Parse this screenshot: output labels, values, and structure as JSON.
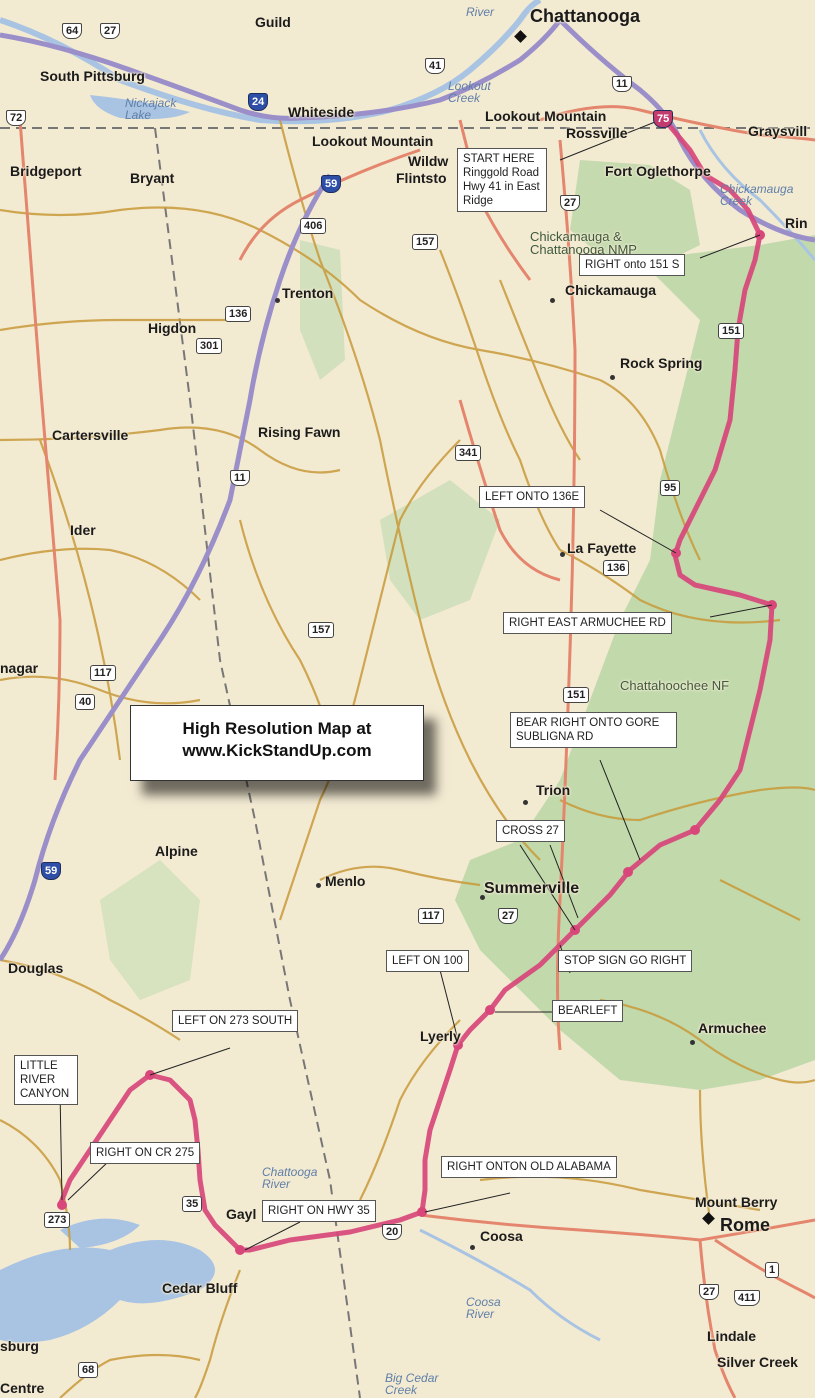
{
  "cities": [
    {
      "id": "chattanooga",
      "name": "Chattanooga",
      "size": "big"
    },
    {
      "id": "rome",
      "name": "Rome",
      "size": "big"
    },
    {
      "id": "guild",
      "name": "Guild"
    },
    {
      "id": "south-pittsburg",
      "name": "South Pittsburg"
    },
    {
      "id": "whiteside",
      "name": "Whiteside"
    },
    {
      "id": "lookout-mountain-tn",
      "name": "Lookout Mountain"
    },
    {
      "id": "lookout-mountain-ga",
      "name": "Lookout Mountain"
    },
    {
      "id": "rossville",
      "name": "Rossville"
    },
    {
      "id": "graysville",
      "name": "Graysvill"
    },
    {
      "id": "bridgeport",
      "name": "Bridgeport"
    },
    {
      "id": "bryant",
      "name": "Bryant"
    },
    {
      "id": "wildwood",
      "name": "Wildw"
    },
    {
      "id": "flintstone",
      "name": "Flintsto"
    },
    {
      "id": "fort-oglethorpe",
      "name": "Fort Oglethorpe"
    },
    {
      "id": "ringgold",
      "name": "Rin"
    },
    {
      "id": "chickamauga",
      "name": "Chickamauga"
    },
    {
      "id": "trenton",
      "name": "Trenton"
    },
    {
      "id": "higdon",
      "name": "Higdon"
    },
    {
      "id": "rock-spring",
      "name": "Rock Spring"
    },
    {
      "id": "cartersville",
      "name": "Cartersville"
    },
    {
      "id": "rising-fawn",
      "name": "Rising Fawn"
    },
    {
      "id": "ider",
      "name": "Ider"
    },
    {
      "id": "la-fayette",
      "name": "La Fayette"
    },
    {
      "id": "nagar",
      "name": "nagar"
    },
    {
      "id": "trion",
      "name": "Trion"
    },
    {
      "id": "alpine",
      "name": "Alpine"
    },
    {
      "id": "menlo",
      "name": "Menlo"
    },
    {
      "id": "summerville",
      "name": "Summerville"
    },
    {
      "id": "douglas",
      "name": "Douglas"
    },
    {
      "id": "lyerly",
      "name": "Lyerly"
    },
    {
      "id": "armuchee",
      "name": "Armuchee"
    },
    {
      "id": "gaylesville",
      "name": "Gayl"
    },
    {
      "id": "coosa",
      "name": "Coosa"
    },
    {
      "id": "mount-berry",
      "name": "Mount Berry"
    },
    {
      "id": "cedar-bluff",
      "name": "Cedar Bluff"
    },
    {
      "id": "lindale",
      "name": "Lindale"
    },
    {
      "id": "silver-creek",
      "name": "Silver Creek"
    },
    {
      "id": "sburg",
      "name": "sburg"
    },
    {
      "id": "centre",
      "name": "Centre"
    }
  ],
  "water_labels": [
    {
      "id": "river-top",
      "name": "River"
    },
    {
      "id": "nickajack-lake",
      "name": "Nickajack Lake"
    },
    {
      "id": "lookout-creek",
      "name": "Lookout Creek"
    },
    {
      "id": "chickamauga-creek",
      "name": "Chickamauga Creek"
    },
    {
      "id": "chattooga-river",
      "name": "Chattooga River"
    },
    {
      "id": "coosa-river",
      "name": "Coosa River"
    },
    {
      "id": "big-cedar-creek",
      "name": "Big Cedar Creek"
    }
  ],
  "park_labels": [
    {
      "id": "chickamauga-nmp",
      "name": "Chickamauga & Chattanooga NMP"
    },
    {
      "id": "chattahoochee-nf",
      "name": "Chattahoochee NF"
    }
  ],
  "route_shields": [
    {
      "id": "s64",
      "label": "64"
    },
    {
      "id": "s27a",
      "label": "27"
    },
    {
      "id": "s72",
      "label": "72"
    },
    {
      "id": "s24",
      "label": "24",
      "type": "interstate"
    },
    {
      "id": "s41",
      "label": "41"
    },
    {
      "id": "s11a",
      "label": "11"
    },
    {
      "id": "s75",
      "label": "75",
      "type": "interstate"
    },
    {
      "id": "s59a",
      "label": "59",
      "type": "interstate"
    },
    {
      "id": "s406",
      "label": "406"
    },
    {
      "id": "s157a",
      "label": "157"
    },
    {
      "id": "s27b",
      "label": "27"
    },
    {
      "id": "s136a",
      "label": "136"
    },
    {
      "id": "s301",
      "label": "301"
    },
    {
      "id": "s151a",
      "label": "151"
    },
    {
      "id": "s341",
      "label": "341"
    },
    {
      "id": "s11b",
      "label": "11"
    },
    {
      "id": "s95",
      "label": "95"
    },
    {
      "id": "s136b",
      "label": "136"
    },
    {
      "id": "s157b",
      "label": "157"
    },
    {
      "id": "s117a",
      "label": "117"
    },
    {
      "id": "s40",
      "label": "40"
    },
    {
      "id": "s151b",
      "label": "151"
    },
    {
      "id": "s59b",
      "label": "59",
      "type": "interstate"
    },
    {
      "id": "s117b",
      "label": "117"
    },
    {
      "id": "s27c",
      "label": "27"
    },
    {
      "id": "s273",
      "label": "273"
    },
    {
      "id": "s35",
      "label": "35"
    },
    {
      "id": "s20",
      "label": "20"
    },
    {
      "id": "s1",
      "label": "1"
    },
    {
      "id": "s27d",
      "label": "27"
    },
    {
      "id": "s411",
      "label": "411"
    },
    {
      "id": "s68",
      "label": "68"
    }
  ],
  "callouts": [
    {
      "id": "start-here",
      "text": "START HERE Ringgold Road Hwy 41 in East Ridge"
    },
    {
      "id": "right-151",
      "text": "RIGHT onto 151 S"
    },
    {
      "id": "left-136e",
      "text": "LEFT ONTO 136E"
    },
    {
      "id": "right-armuchee",
      "text": "RIGHT EAST ARMUCHEE RD"
    },
    {
      "id": "bear-right-gore",
      "text": "BEAR RIGHT ONTO GORE SUBLIGNA RD"
    },
    {
      "id": "cross-27",
      "text": "CROSS 27"
    },
    {
      "id": "left-100",
      "text": "LEFT ON 100"
    },
    {
      "id": "stop-sign",
      "text": "STOP SIGN GO RIGHT"
    },
    {
      "id": "bearleft",
      "text": "BEARLEFT"
    },
    {
      "id": "left-273",
      "text": "LEFT ON 273 SOUTH"
    },
    {
      "id": "little-river",
      "text": "LITTLE RIVER CANYON"
    },
    {
      "id": "right-cr275",
      "text": "RIGHT ON CR 275"
    },
    {
      "id": "right-old-alabama",
      "text": "RIGHT ONTON OLD ALABAMA"
    },
    {
      "id": "right-hwy35",
      "text": "RIGHT ON HWY 35"
    }
  ],
  "promo": {
    "line1": "High Resolution Map at",
    "line2": "www.KickStandUp.com"
  },
  "colors": {
    "background": "#f3ead2",
    "park": "#b9d6a6",
    "water": "#a9c4e3",
    "route": "#d8467a",
    "interstate": "#9a8fc9",
    "us_highway": "#e4866d",
    "state_road": "#c89a3a"
  }
}
